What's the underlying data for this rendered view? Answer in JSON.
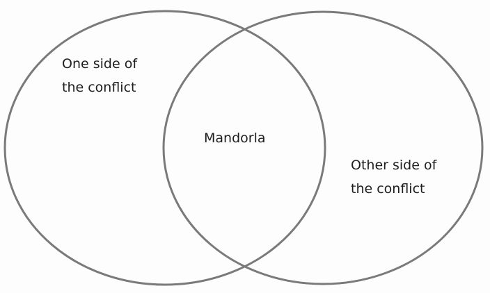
{
  "diagram": {
    "type": "venn",
    "stroke_color": "#7a7a7a",
    "left_set": {
      "line1": "One side of",
      "line2": "the conflict"
    },
    "intersection": {
      "label": "Mandorla"
    },
    "right_set": {
      "line1": "Other side of",
      "line2": "the conflict"
    }
  }
}
